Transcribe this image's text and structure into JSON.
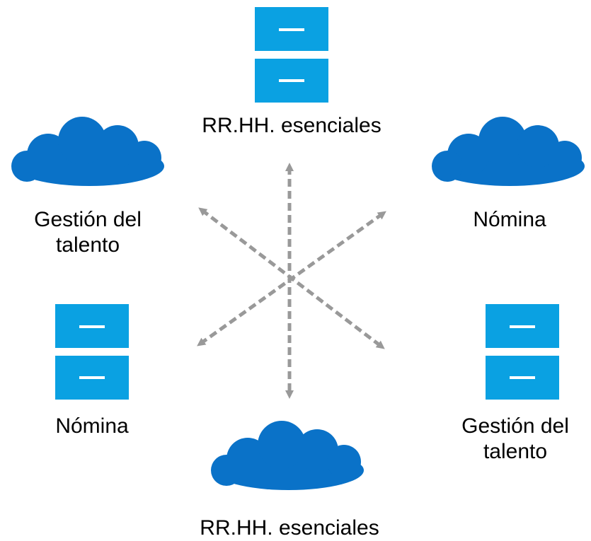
{
  "colors": {
    "cabinet": "#0aa1e2",
    "cabinet_handle": "#ffffff",
    "cloud": "#0a72c8",
    "arrow": "#999999",
    "text": "#000000",
    "background": "#ffffff"
  },
  "nodes": {
    "top_cabinet": {
      "icon": "file-cabinet-icon",
      "label": "RR.HH. esenciales"
    },
    "left_cloud": {
      "icon": "cloud-icon",
      "label_line1": "Gestión del",
      "label_line2": "talento"
    },
    "right_cloud": {
      "icon": "cloud-icon",
      "label": "Nómina"
    },
    "left_cabinet": {
      "icon": "file-cabinet-icon",
      "label": "Nómina"
    },
    "right_cabinet": {
      "icon": "file-cabinet-icon",
      "label_line1": "Gestión del",
      "label_line2": "talento"
    },
    "bottom_cloud": {
      "icon": "cloud-icon",
      "label": "RR.HH. esenciales"
    }
  },
  "connectors": {
    "style": "dashed",
    "arrowheads": "both-ends",
    "pairs": [
      [
        "top_cabinet",
        "bottom_cloud"
      ],
      [
        "left_cloud",
        "right_cabinet"
      ],
      [
        "right_cloud",
        "left_cabinet"
      ]
    ]
  }
}
